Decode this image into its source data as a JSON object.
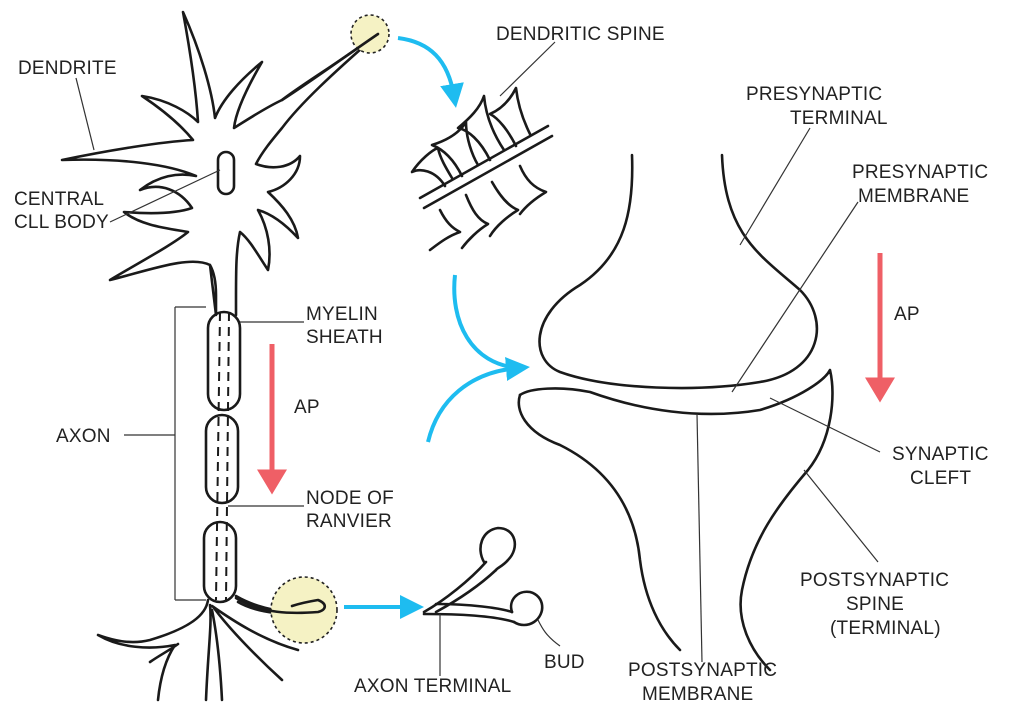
{
  "labels": {
    "dendrite": "DENDRITE",
    "central_cell_body_1": "CENTRAL",
    "central_cell_body_2": "CLL BODY",
    "dendritic_spine": "DENDRITIC SPINE",
    "presynaptic_terminal_1": "PRESYNAPTIC",
    "presynaptic_terminal_2": "TERMINAL",
    "presynaptic_membrane_1": "PRESYNAPTIC",
    "presynaptic_membrane_2": "MEMBRANE",
    "myelin_sheath_1": "MYELIN",
    "myelin_sheath_2": "SHEATH",
    "ap_axon": "AP",
    "ap_synapse": "AP",
    "axon": "AXON",
    "node_of_ranvier_1": "NODE OF",
    "node_of_ranvier_2": "RANVIER",
    "synaptic_cleft_1": "SYNAPTIC",
    "synaptic_cleft_2": "CLEFT",
    "postsynaptic_spine_1": "POSTSYNAPTIC",
    "postsynaptic_spine_2": "SPINE",
    "postsynaptic_spine_3": "(TERMINAL)",
    "bud": "BUD",
    "axon_terminal": "AXON TERMINAL",
    "postsynaptic_membrane_1": "POSTSYNAPTIC",
    "postsynaptic_membrane_2": "MEMBRANE"
  },
  "colors": {
    "outline": "#1a1a1a",
    "callout_arrow": "#1ebcf0",
    "ap_arrow": "#ef5f66",
    "highlight_fill": "#f5f2c4"
  }
}
